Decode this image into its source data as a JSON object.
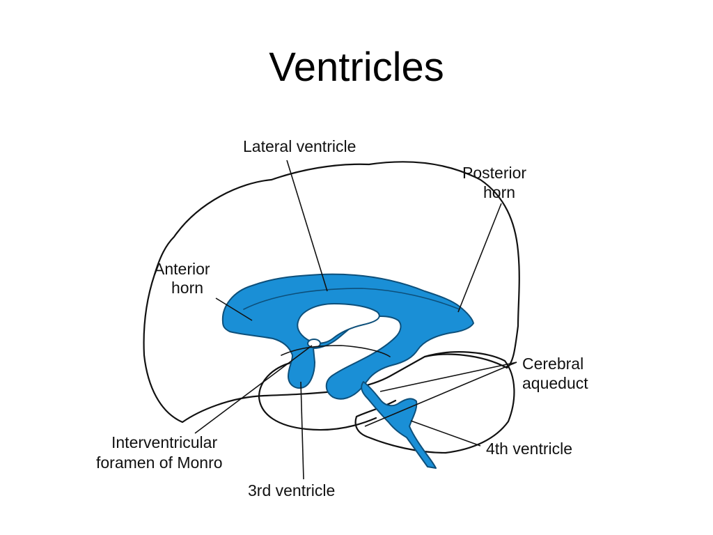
{
  "title": "Ventricles",
  "colors": {
    "ventricle_fill": "#1a8fd6",
    "ventricle_edge": "#0d4f7a",
    "outline": "#111111",
    "background": "#ffffff"
  },
  "labels": {
    "lateral_ventricle": "Lateral ventricle",
    "posterior_horn": [
      "Posterior",
      "horn"
    ],
    "anterior_horn": [
      "Anterior",
      "horn"
    ],
    "cerebral_aqueduct": [
      "Cerebral",
      "aqueduct"
    ],
    "interventricular_foramen": [
      "Interventricular",
      "foramen of Monro"
    ],
    "fourth_ventricle": "4th ventricle",
    "third_ventricle": "3rd ventricle"
  }
}
